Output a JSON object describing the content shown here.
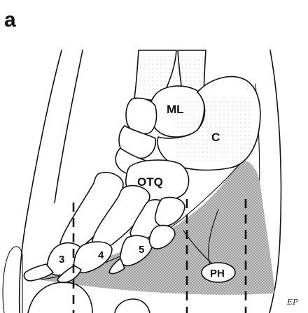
{
  "figure": {
    "panel_letter": "a",
    "labels": {
      "ml": "ML",
      "c": "C",
      "otq": "OTQ",
      "three": "3",
      "four": "4",
      "five": "5",
      "ph": "PH"
    },
    "signature": "EP"
  },
  "colors": {
    "ink": "#111111",
    "shade": "#a9a9a9",
    "background": "#ffffff"
  }
}
